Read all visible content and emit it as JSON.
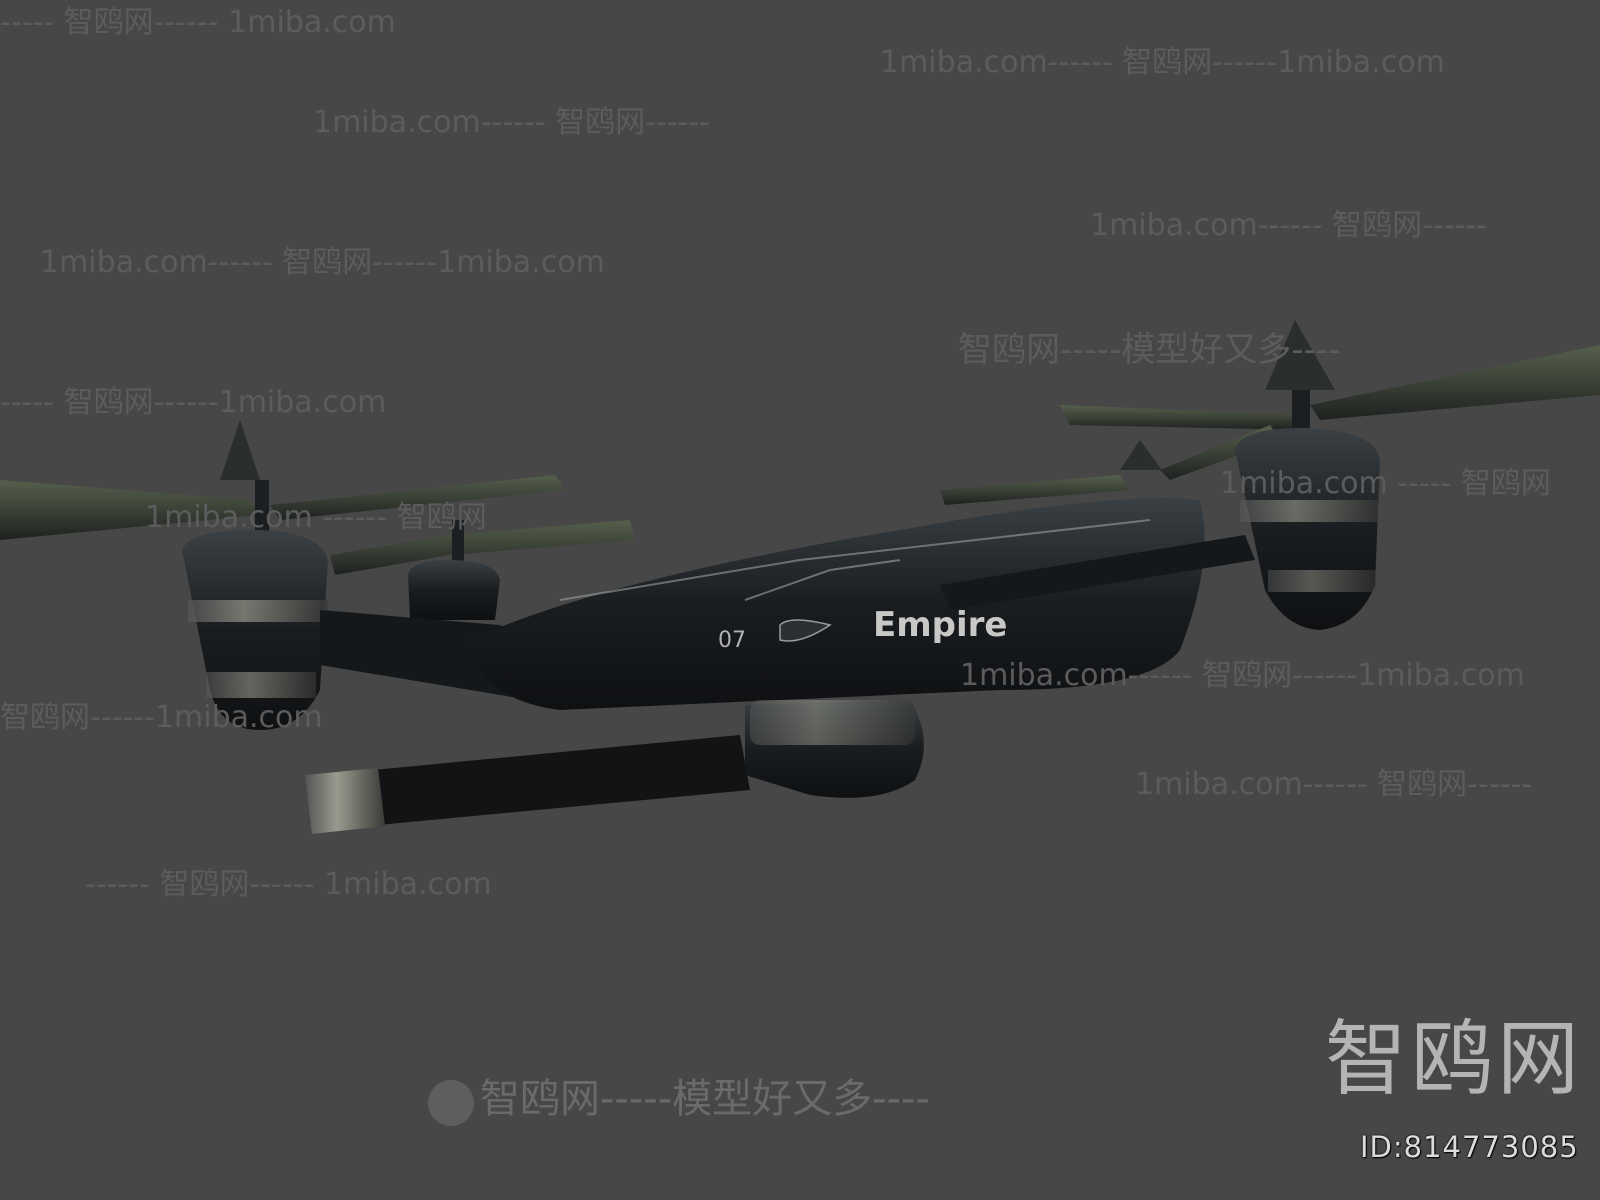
{
  "watermarks": [
    "----- 智鸥网------ 1miba.com",
    "1miba.com------ 智鸥网------1miba.com",
    "1miba.com------ 智鸥网------",
    "1miba.com------ 智鸥网------",
    "1miba.com------ 智鸥网------1miba.com",
    "智鸥网-----模型好又多----",
    "----- 智鸥网------1miba.com",
    "1miba.com ----- 智鸥网",
    "1miba.com ------ 智鸥网",
    "1miba.com------ 智鸥网------1miba.com",
    "智鸥网------1miba.com",
    "1miba.com------ 智鸥网------",
    "------ 智鸥网------ 1miba.com"
  ],
  "drone": {
    "brand_decal": "Empire",
    "number_decal": "07"
  },
  "footer": {
    "slogan": "智鸥网-----模型好又多----",
    "logo": "智鸥网",
    "id": "ID:814773085"
  },
  "colors": {
    "background": "#474747",
    "drone_body": "#1c1f22",
    "watermark": "#5c5c5c"
  }
}
